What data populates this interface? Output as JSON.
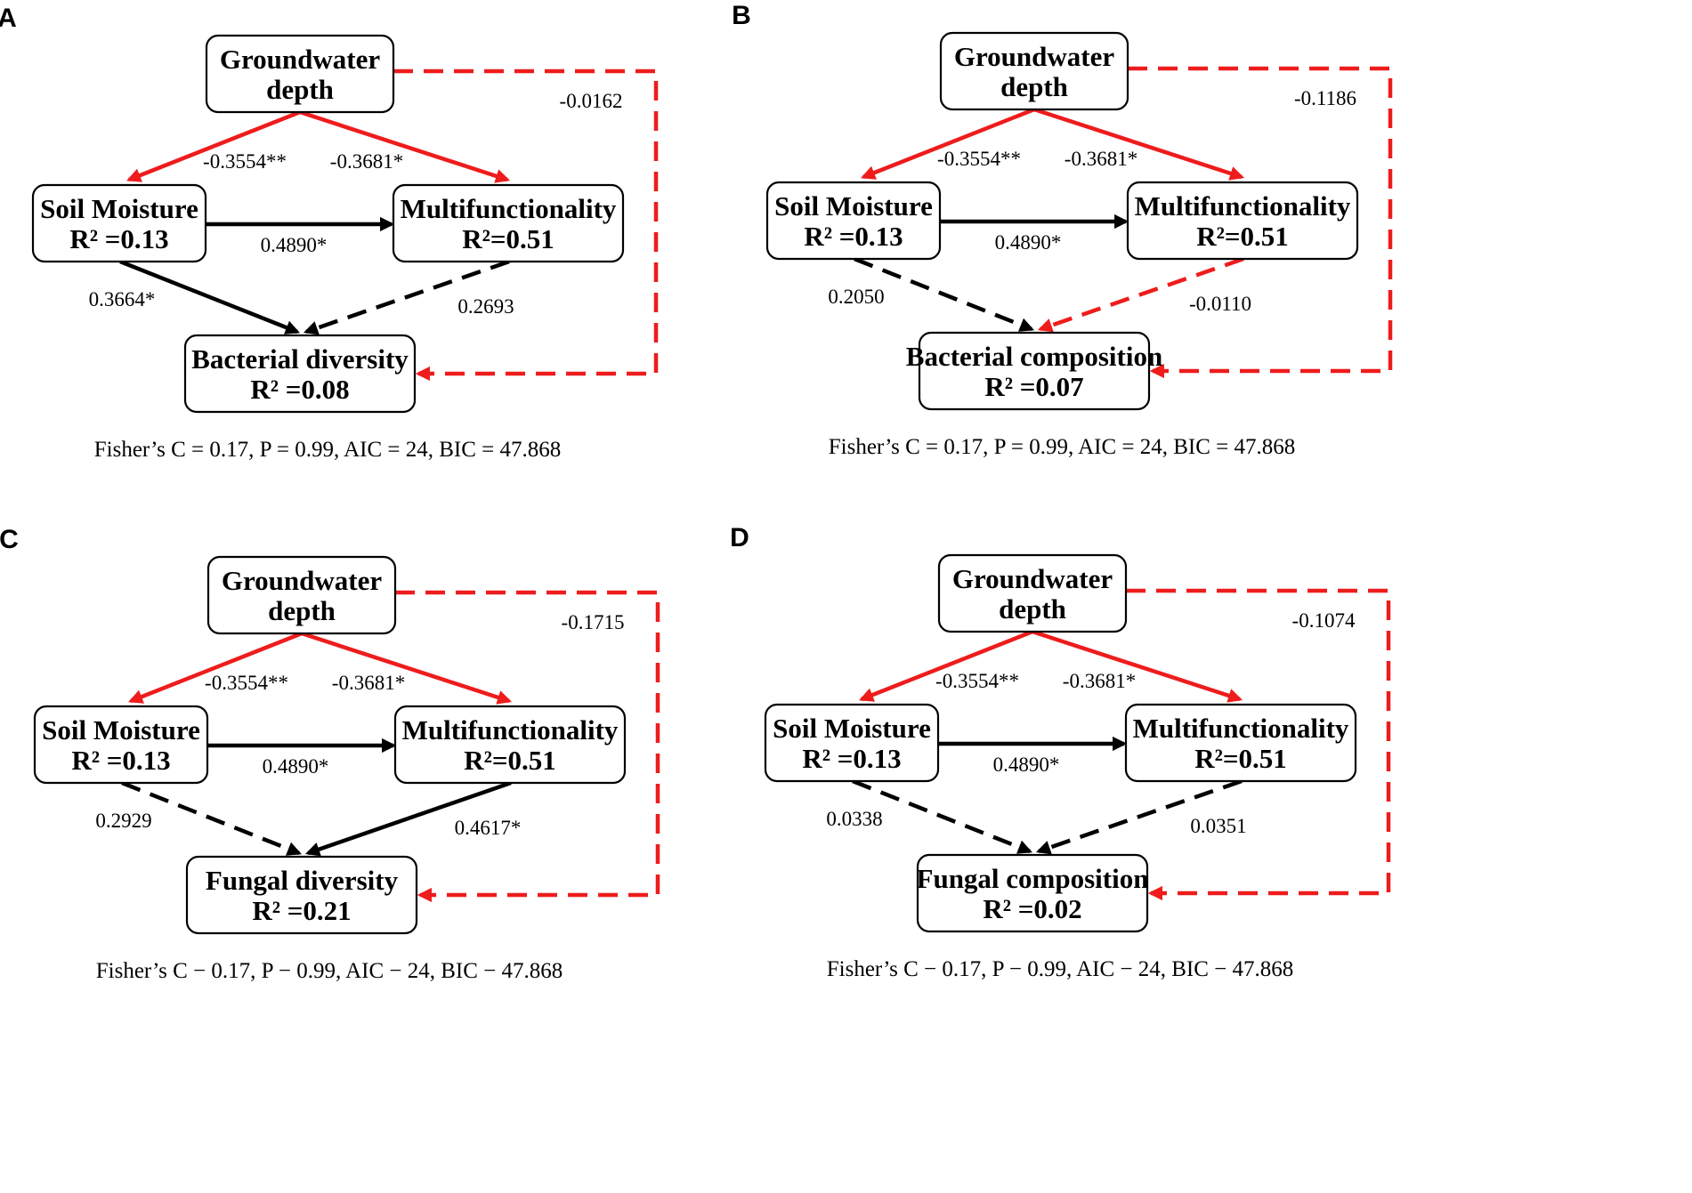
{
  "colors": {
    "negative": "#ee1c1c",
    "positive": "#000000",
    "bacterial_diversity": "#7a7aff",
    "bacterial_composition": "#ff8080",
    "fungal_diversity": "#7fdc7f",
    "fungal_composition": "#d580ee"
  },
  "nodes": {
    "groundwater": {
      "line1": "Groundwater",
      "line2": "depth"
    },
    "soil": {
      "line1": "Soil Moisture",
      "r2": "R² =0.13"
    },
    "multi": {
      "line1": "Multifunctionality",
      "r2": "R²=0.51"
    }
  },
  "panels": [
    {
      "letter": "A",
      "response": {
        "line1": "Bacterial diversity",
        "r2": "R² =0.08",
        "color_key": "bacterial_diversity"
      },
      "paths": {
        "gw_soil": {
          "label": "-0.3554**",
          "sign": "negative",
          "significant": true
        },
        "gw_multi": {
          "label": "-0.3681*",
          "sign": "negative",
          "significant": true
        },
        "soil_multi": {
          "label": "0.4890*",
          "sign": "positive",
          "significant": true
        },
        "soil_resp": {
          "label": "0.3664*",
          "sign": "positive",
          "significant": true
        },
        "multi_resp": {
          "label": "0.2693",
          "sign": "positive",
          "significant": false
        },
        "gw_resp": {
          "label": "-0.0162",
          "sign": "negative",
          "significant": false
        }
      },
      "stats": "Fisher’s C = 0.17, P = 0.99, AIC = 24, BIC = 47.868"
    },
    {
      "letter": "B",
      "response": {
        "line1": "Bacterial composition",
        "r2": "R² =0.07",
        "color_key": "bacterial_composition"
      },
      "paths": {
        "gw_soil": {
          "label": "-0.3554**",
          "sign": "negative",
          "significant": true
        },
        "gw_multi": {
          "label": "-0.3681*",
          "sign": "negative",
          "significant": true
        },
        "soil_multi": {
          "label": "0.4890*",
          "sign": "positive",
          "significant": true
        },
        "soil_resp": {
          "label": "0.2050",
          "sign": "positive",
          "significant": false
        },
        "multi_resp": {
          "label": "-0.0110",
          "sign": "negative",
          "significant": false
        },
        "gw_resp": {
          "label": "-0.1186",
          "sign": "negative",
          "significant": false
        }
      },
      "stats": "Fisher’s C = 0.17, P = 0.99, AIC = 24, BIC = 47.868"
    },
    {
      "letter": "C",
      "response": {
        "line1": "Fungal diversity",
        "r2": "R² =0.21",
        "color_key": "fungal_diversity"
      },
      "paths": {
        "gw_soil": {
          "label": "-0.3554**",
          "sign": "negative",
          "significant": true
        },
        "gw_multi": {
          "label": "-0.3681*",
          "sign": "negative",
          "significant": true
        },
        "soil_multi": {
          "label": "0.4890*",
          "sign": "positive",
          "significant": true
        },
        "soil_resp": {
          "label": "0.2929",
          "sign": "positive",
          "significant": false
        },
        "multi_resp": {
          "label": "0.4617*",
          "sign": "positive",
          "significant": true
        },
        "gw_resp": {
          "label": "-0.1715",
          "sign": "negative",
          "significant": false
        }
      },
      "stats": "Fisher’s C − 0.17, P − 0.99, AIC − 24, BIC − 47.868"
    },
    {
      "letter": "D",
      "response": {
        "line1": "Fungal composition",
        "r2": "R² =0.02",
        "color_key": "fungal_composition"
      },
      "paths": {
        "gw_soil": {
          "label": "-0.3554**",
          "sign": "negative",
          "significant": true
        },
        "gw_multi": {
          "label": "-0.3681*",
          "sign": "negative",
          "significant": true
        },
        "soil_multi": {
          "label": "0.4890*",
          "sign": "positive",
          "significant": true
        },
        "soil_resp": {
          "label": "0.0338",
          "sign": "positive",
          "significant": false
        },
        "multi_resp": {
          "label": "0.0351",
          "sign": "positive",
          "significant": false
        },
        "gw_resp": {
          "label": "-0.1074",
          "sign": "negative",
          "significant": false
        }
      },
      "stats": "Fisher’s C − 0.17, P − 0.99, AIC − 24, BIC − 47.868"
    }
  ]
}
